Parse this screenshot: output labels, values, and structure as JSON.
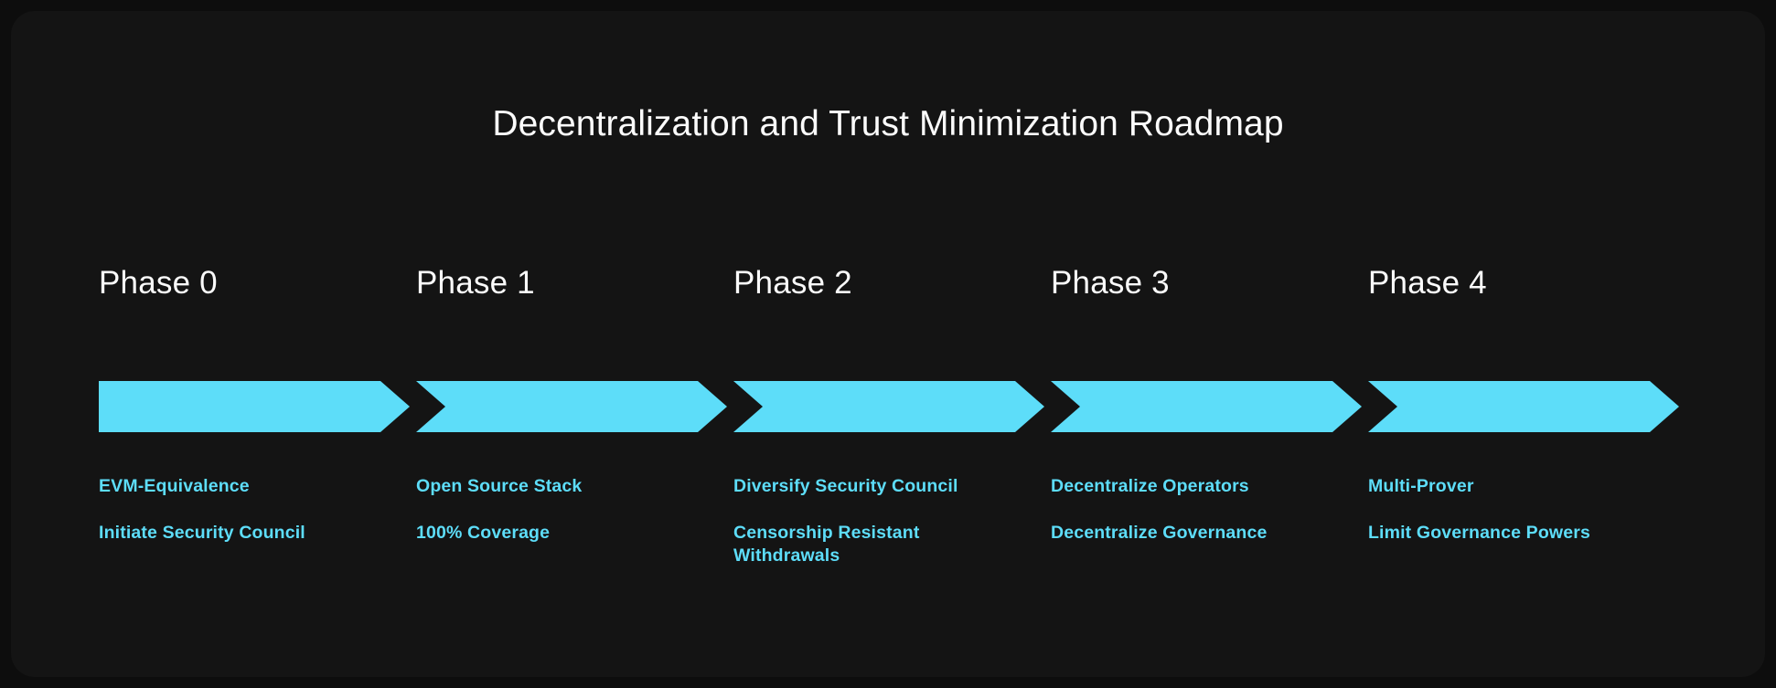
{
  "title": "Decentralization and Trust Minimization Roadmap",
  "theme": {
    "page_background": "#0d0d0d",
    "panel_background": "#141414",
    "accent": "#5dddf9",
    "title_color": "#fbfbfb",
    "phase_label_color": "#fafafa"
  },
  "chart_data": {
    "type": "table",
    "title": "Decentralization and Trust Minimization Roadmap",
    "categories": [
      "Phase 0",
      "Phase 1",
      "Phase 2",
      "Phase 3",
      "Phase 4"
    ],
    "series": [
      {
        "name": "Phase 0",
        "values": [
          "EVM-Equivalence",
          "Initiate Security Council"
        ]
      },
      {
        "name": "Phase 1",
        "values": [
          "Open Source Stack",
          "100% Coverage"
        ]
      },
      {
        "name": "Phase 2",
        "values": [
          "Diversify Security Council",
          "Censorship Resistant Withdrawals"
        ]
      },
      {
        "name": "Phase 3",
        "values": [
          "Decentralize Operators",
          "Decentralize Governance"
        ]
      },
      {
        "name": "Phase 4",
        "values": [
          "Multi-Prover",
          "Limit Governance Powers"
        ]
      }
    ]
  },
  "phases": [
    {
      "label": "Phase 0",
      "items": [
        "EVM-Equivalence",
        "Initiate Security Council"
      ]
    },
    {
      "label": "Phase 1",
      "items": [
        "Open Source Stack",
        "100% Coverage"
      ]
    },
    {
      "label": "Phase 2",
      "items": [
        "Diversify Security Council",
        "Censorship Resistant Withdrawals"
      ]
    },
    {
      "label": "Phase 3",
      "items": [
        "Decentralize Operators",
        "Decentralize Governance"
      ]
    },
    {
      "label": "Phase 4",
      "items": [
        "Multi-Prover",
        "Limit Governance Powers"
      ]
    }
  ]
}
